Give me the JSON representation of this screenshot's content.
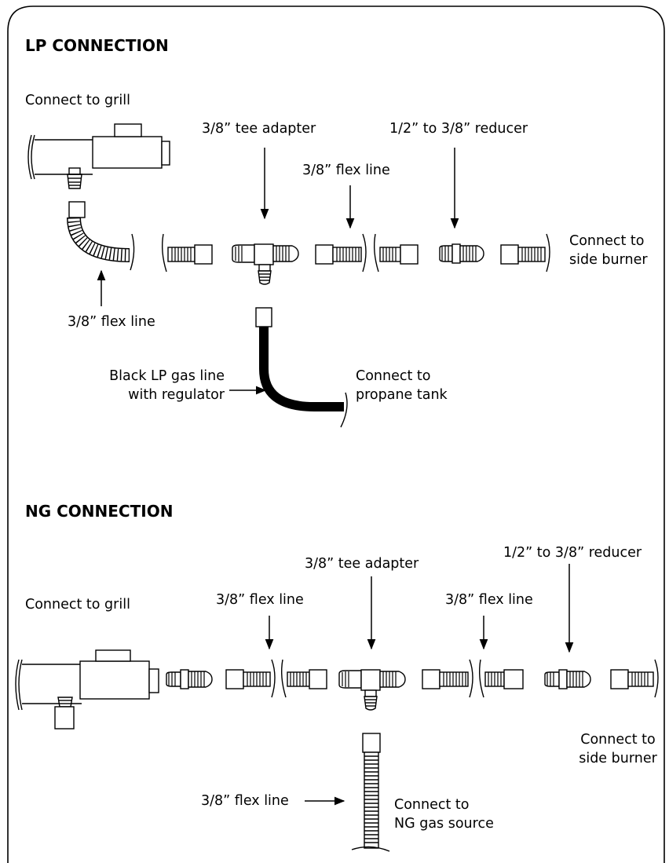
{
  "lp": {
    "title": "LP CONNECTION",
    "connect_grill": "Connect to grill",
    "tee_adapter": "3/8” tee adapter",
    "flex_line_top": "3/8” flex line",
    "reducer": "1/2” to 3/8” reducer",
    "side_burner": [
      "Connect to",
      "side burner"
    ],
    "flex_line_bottom": "3/8” flex line",
    "black_line": [
      "Black LP gas line",
      "with regulator"
    ],
    "propane_tank": [
      "Connect to",
      "propane tank"
    ]
  },
  "ng": {
    "title": "NG CONNECTION",
    "tee_adapter": "3/8” tee adapter",
    "reducer": "1/2” to 3/8” reducer",
    "connect_grill": "Connect to grill",
    "flex_line_left": "3/8” flex line",
    "flex_line_right": "3/8” flex line",
    "side_burner": [
      "Connect to",
      "side burner"
    ],
    "flex_line_bottom": "3/8” flex line",
    "gas_source": [
      "Connect to",
      "NG gas source"
    ]
  }
}
